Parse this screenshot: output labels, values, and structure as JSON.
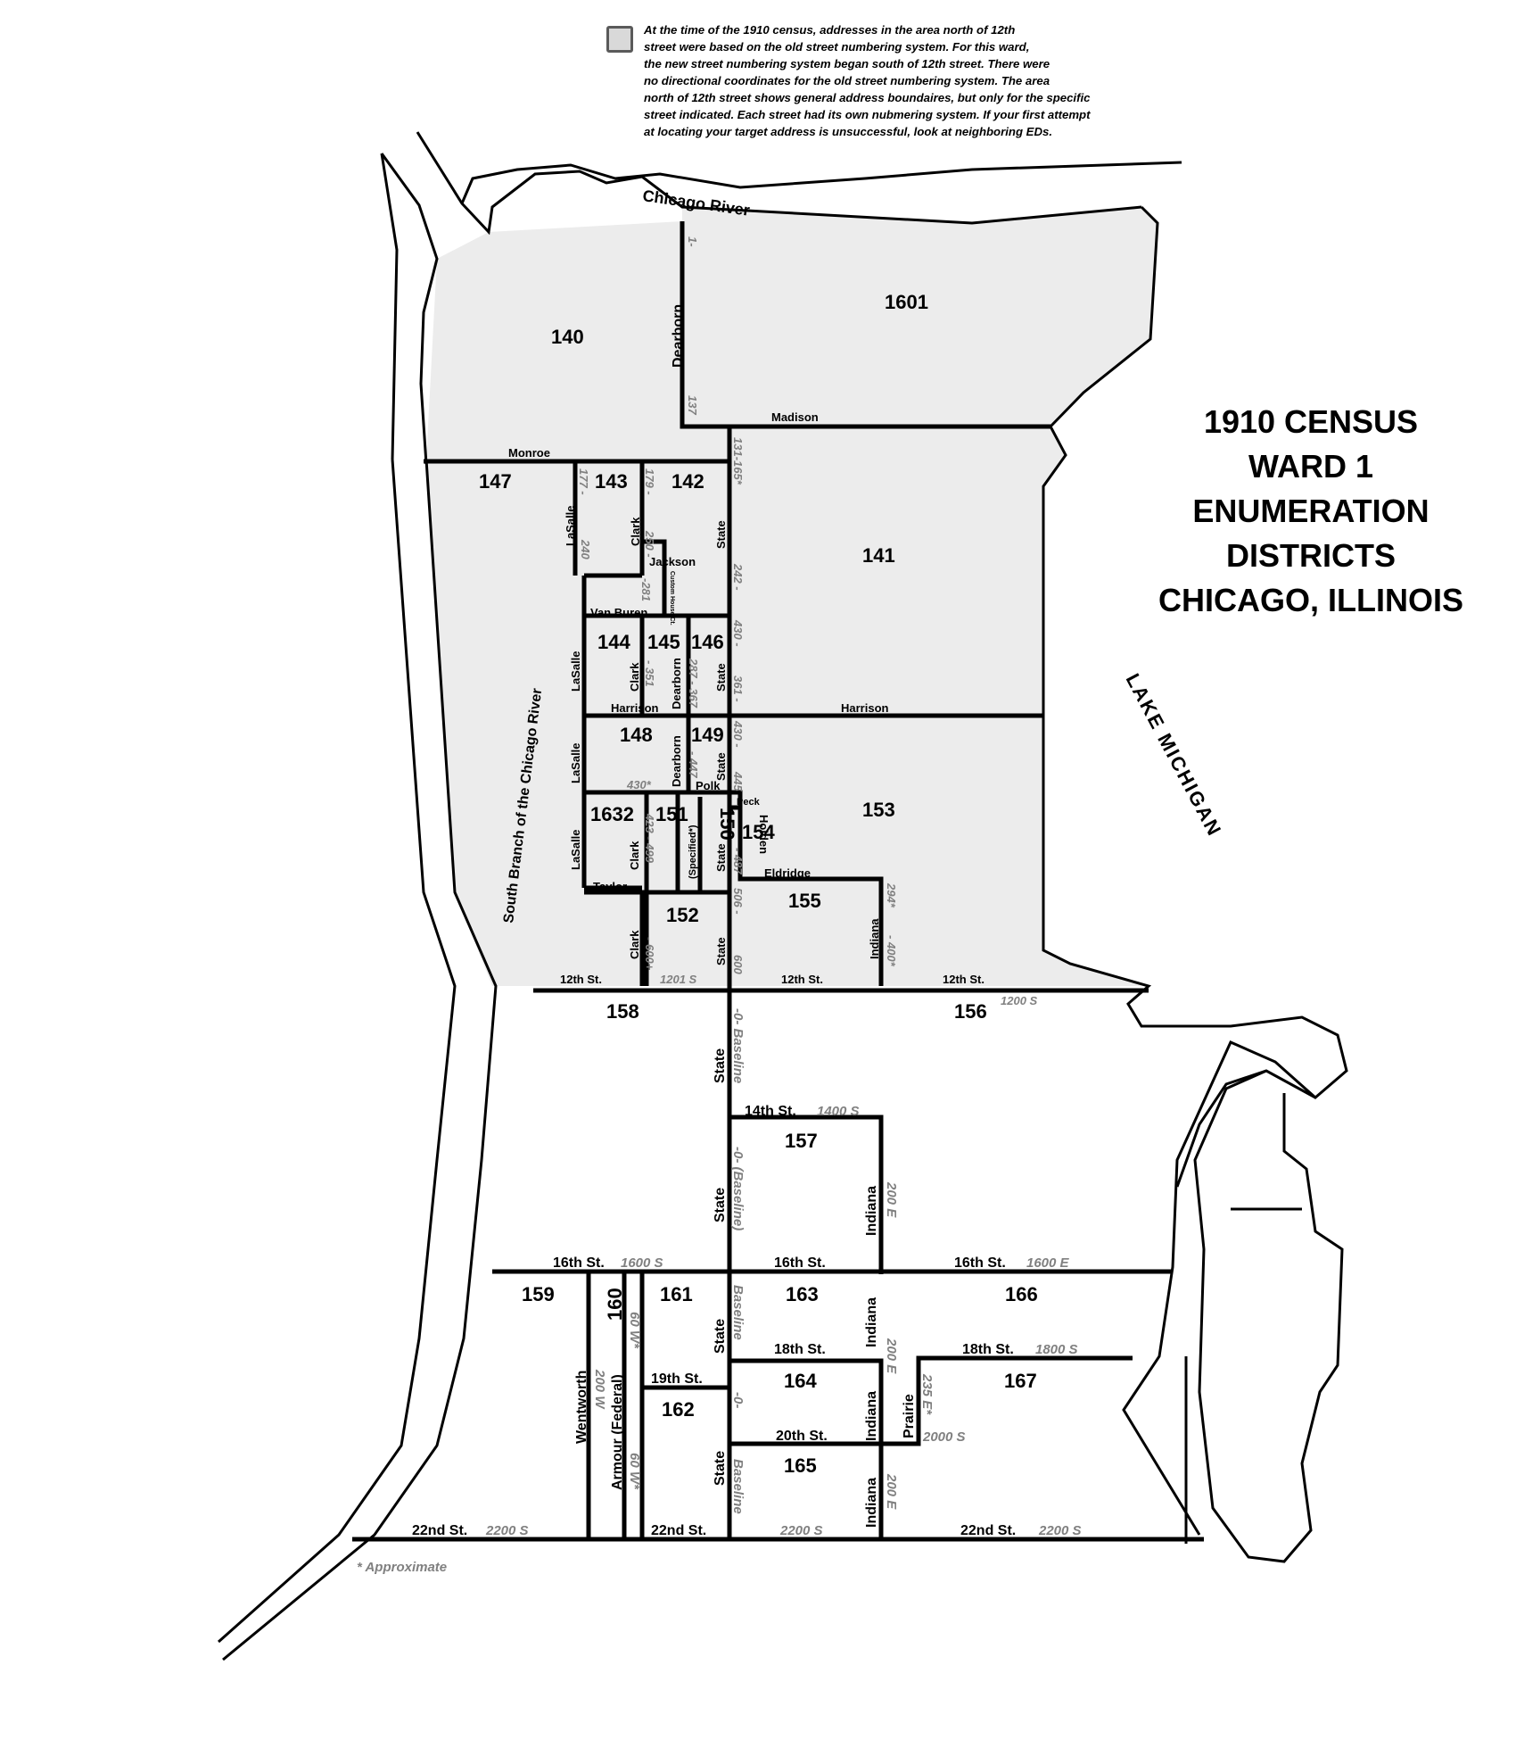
{
  "legend": {
    "lines": [
      "At the time of the 1910 census, addresses in the area north of 12th",
      "street were based on the old street numbering system.  For this ward,",
      "the new street numbering system began south of 12th street.  There were",
      "no directional coordinates for the old street numbering system.  The area",
      "north of 12th street shows general address boundaires, but only for the specific",
      "street indicated.  Each street had its own nubmering system.  If your first attempt",
      "at locating your target address is unsuccessful, look at neighboring EDs."
    ]
  },
  "title": {
    "lines": [
      "1910 CENSUS",
      "WARD 1",
      "ENUMERATION",
      "DISTRICTS",
      "CHICAGO, ILLINOIS"
    ]
  },
  "approximate_note": "* Approximate",
  "colors": {
    "old_system_fill": "#ececec",
    "border": "#000000",
    "address_gray": "#808080"
  },
  "water": {
    "river": "Chicago River",
    "south_branch": "South Branch of the Chicago River",
    "lake": "LAKE MICHIGAN"
  },
  "districts": {
    "d140": "140",
    "d1601": "1601",
    "d147": "147",
    "d143": "143",
    "d142": "142",
    "d141": "141",
    "d144": "144",
    "d145": "145",
    "d146": "146",
    "d148": "148",
    "d149": "149",
    "d153": "153",
    "d1632": "1632",
    "d151": "151",
    "d150": "150",
    "d154": "154",
    "d155": "155",
    "d152": "152",
    "d158": "158",
    "d156": "156",
    "d157": "157",
    "d159": "159",
    "d160": "160",
    "d161": "161",
    "d163": "163",
    "d166": "166",
    "d164": "164",
    "d167": "167",
    "d162": "162",
    "d165": "165"
  },
  "streets": {
    "dearborn": "Dearborn",
    "madison": "Madison",
    "monroe": "Monroe",
    "lasalle": "LaSalle",
    "clark": "Clark",
    "state": "State",
    "jackson": "Jackson",
    "custom_house": "Custom House Ct.",
    "van_buren": "Van Buren",
    "harrison": "Harrison",
    "polk": "Polk",
    "peck": "Peck",
    "holden": "Holden",
    "eldridge": "Eldridge",
    "taylor": "Taylor",
    "specified": "(Specified*)",
    "indiana": "Indiana",
    "twelfth": "12th St.",
    "fourteenth": "14th St.",
    "sixteenth": "16th St.",
    "eighteenth": "18th St.",
    "nineteenth": "19th St.",
    "twentieth": "20th St.",
    "twentysecond": "22nd St.",
    "wentworth": "Wentworth",
    "armour": "Armour (Federal)",
    "prairie": "Prairie"
  },
  "addresses": {
    "a1": "1-",
    "a137": "137",
    "a131": "131-165*",
    "a177": "177 -",
    "a240": "240",
    "a179": "179 -",
    "a250": "250 -",
    "a281": "-281",
    "a242": "242 -",
    "a430": "430 -",
    "a361": "361 -",
    "a351": "- 351",
    "a287": "287 - 367",
    "a430b": "430*",
    "a447": "- 447",
    "a430c": "430 -",
    "a445": "445",
    "a423": "423 - 499",
    "a487": "- 487",
    "a506": "506 -",
    "a294": "294*",
    "a400": "- 400*",
    "a600": "- 600+",
    "a1201": "1201 S",
    "a600b": "600",
    "a1200": "1200 S",
    "base0": "-0-  Baseline",
    "a1400": "1400 S",
    "base0b": "-0-  (Baseline)",
    "a200e": "200 E",
    "a1600s": "1600 S",
    "a1600e": "1600 E",
    "a60w": "60 W*",
    "a200w": "200 W",
    "baseline": "Baseline",
    "a1800": "1800 S",
    "a235": "235 E*",
    "a2000": "2000 S",
    "zero": "-0-",
    "a60wb": "60 W*",
    "a2200": "2200 S"
  }
}
